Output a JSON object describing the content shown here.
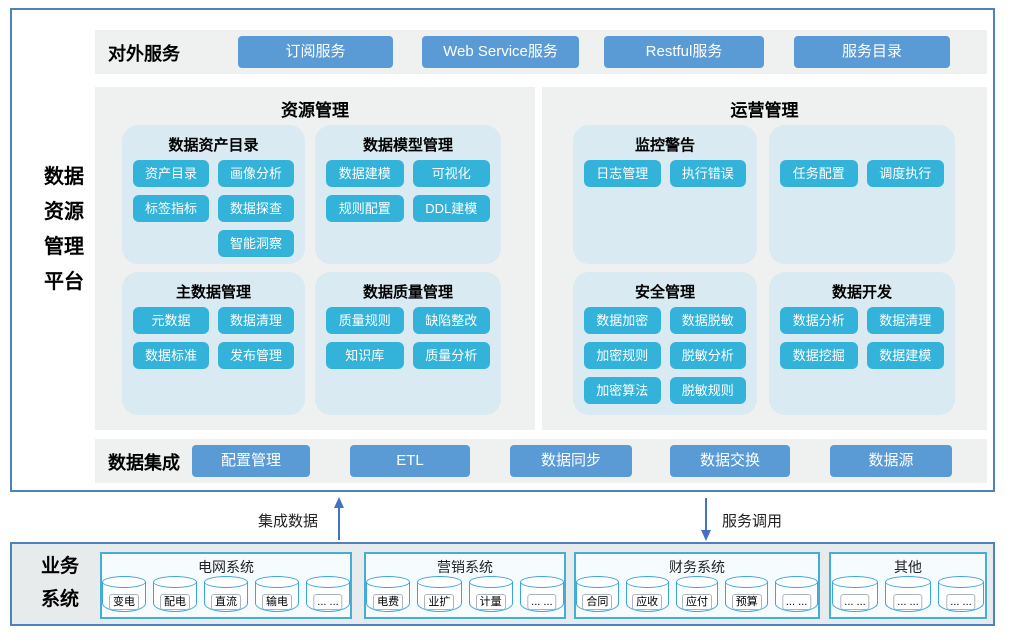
{
  "platform": {
    "lines": [
      "数据",
      "资源",
      "管理",
      "平台"
    ]
  },
  "external_services": {
    "label": "对外服务",
    "buttons": [
      "订阅服务",
      "Web Service服务",
      "Restful服务",
      "服务目录"
    ]
  },
  "resource_mgmt": {
    "title": "资源管理",
    "blocks": [
      {
        "title": "数据资产目录",
        "buttons": [
          "资产目录",
          "画像分析",
          "标签指标",
          "数据探查",
          "智能洞察"
        ]
      },
      {
        "title": "数据模型管理",
        "buttons": [
          "数据建模",
          "可视化",
          "规则配置",
          "DDL建模"
        ]
      },
      {
        "title": "主数据管理",
        "buttons": [
          "元数据",
          "数据清理",
          "数据标准",
          "发布管理"
        ]
      },
      {
        "title": "数据质量管理",
        "buttons": [
          "质量规则",
          "缺陷整改",
          "知识库",
          "质量分析"
        ]
      }
    ]
  },
  "operation_mgmt": {
    "title": "运营管理",
    "blocks": [
      {
        "title": "监控警告",
        "buttons": [
          "日志管理",
          "执行错误"
        ]
      },
      {
        "title": "",
        "buttons": [
          "任务配置",
          "调度执行"
        ]
      },
      {
        "title": "安全管理",
        "buttons": [
          "数据加密",
          "数据脱敏",
          "加密规则",
          "脱敏分析",
          "加密算法",
          "脱敏规则"
        ]
      },
      {
        "title": "数据开发",
        "buttons": [
          "数据分析",
          "数据清理",
          "数据挖掘",
          "数据建模"
        ]
      }
    ]
  },
  "data_integration": {
    "label": "数据集成",
    "buttons": [
      "配置管理",
      "ETL",
      "数据同步",
      "数据交换",
      "数据源"
    ]
  },
  "flows": {
    "up_label": "集成数据",
    "down_label": "服务调用"
  },
  "business_systems": {
    "label_lines": [
      "业务",
      "系统"
    ],
    "groups": [
      {
        "title": "电网系统",
        "items": [
          "变电",
          "配电",
          "直流",
          "输电",
          "... ..."
        ]
      },
      {
        "title": "营销系统",
        "items": [
          "电费",
          "业扩",
          "计量",
          "... ..."
        ]
      },
      {
        "title": "财务系统",
        "items": [
          "合同",
          "应收",
          "应付",
          "预算",
          "... ..."
        ]
      },
      {
        "title": "其他",
        "items": [
          "... ...",
          "... ...",
          "... ..."
        ]
      }
    ]
  },
  "colors": {
    "outer_border": "#4f81bd",
    "band_bg": "#eff1f1",
    "block_bg": "#d9eaf2",
    "cyan_button": "#33b3d9",
    "blue_button": "#5b9bd5",
    "arrow": "#4472c4",
    "group_border": "#45aed6",
    "cylinder_border": "#3aa7dc",
    "biz_band_bg": "#e7ebeb"
  }
}
